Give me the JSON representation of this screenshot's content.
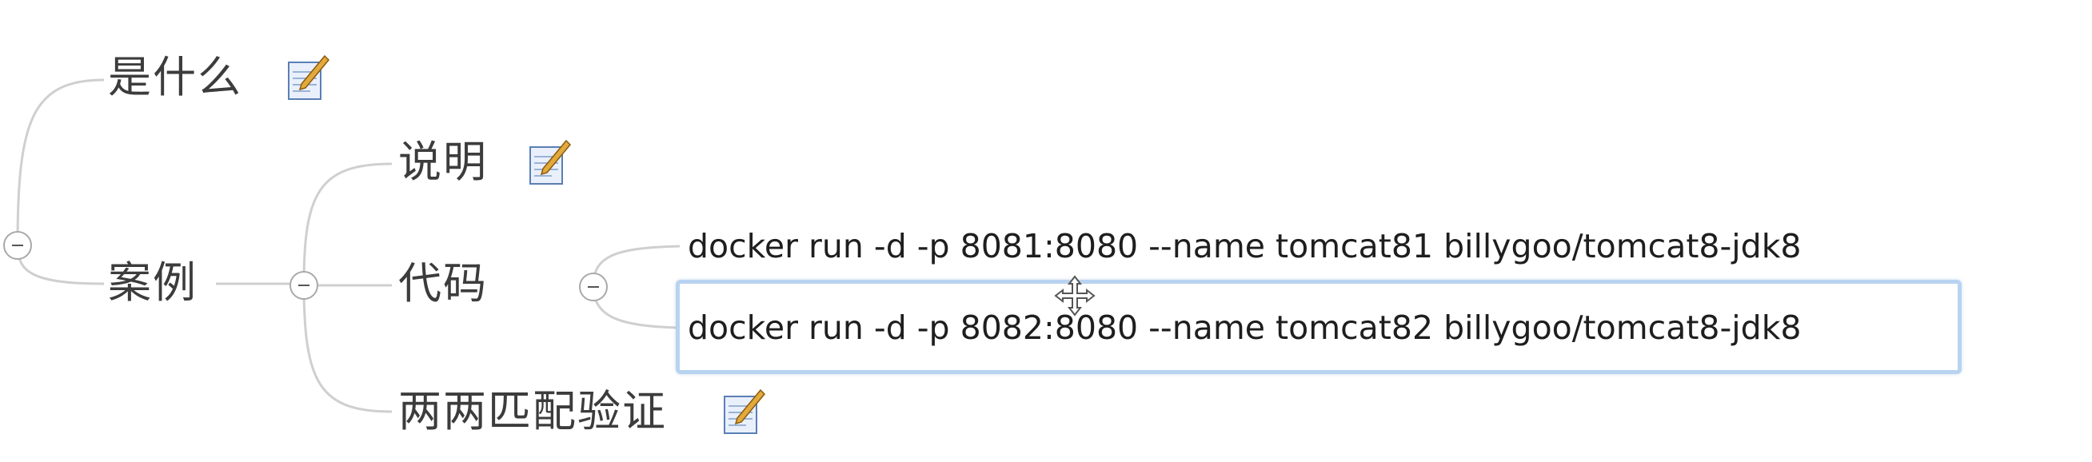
{
  "mindmap": {
    "nodes": {
      "what_is": "是什么",
      "case": "案例",
      "explain": "说明",
      "code": "代码",
      "pairwise_verify": "两两匹配验证"
    },
    "code_lines": [
      "docker run -d -p 8081:8080   --name tomcat81 billygoo/tomcat8-jdk8",
      "docker run -d -p 8082:8080   --name tomcat82 billygoo/tomcat8-jdk8"
    ]
  },
  "icons": {
    "note": "note-icon",
    "collapse": "collapse-icon",
    "move_cursor": "move-cursor-icon"
  },
  "colors": {
    "connector": "#c8c8c8",
    "selection_border": "#b8d3f0",
    "text": "#3c3c3c"
  }
}
